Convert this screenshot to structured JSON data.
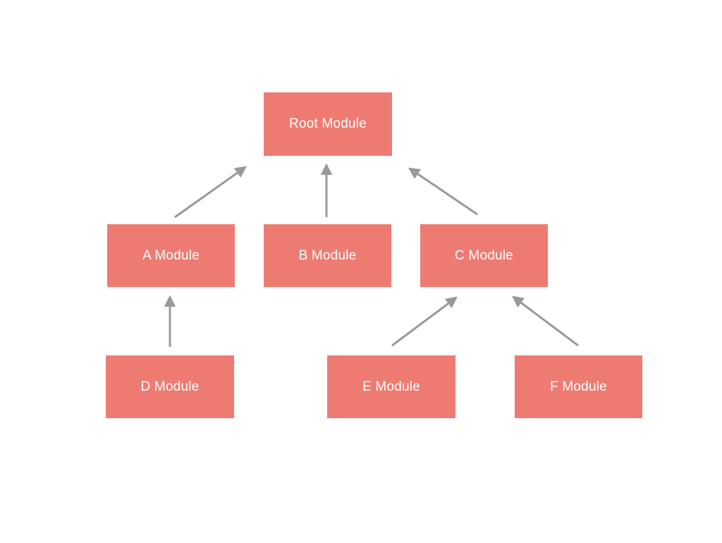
{
  "diagram": {
    "background_color": "#ffffff",
    "node_fill_color": "#ee7b72",
    "node_text_color": "#ffffff",
    "arrow_color": "#999999",
    "nodes": [
      {
        "id": "root-module",
        "label": "Root Module"
      },
      {
        "id": "a-module",
        "label": "A Module"
      },
      {
        "id": "b-module",
        "label": "B Module"
      },
      {
        "id": "c-module",
        "label": "C Module"
      },
      {
        "id": "d-module",
        "label": "D Module"
      },
      {
        "id": "e-module",
        "label": "E Module"
      },
      {
        "id": "f-module",
        "label": "F Module"
      }
    ],
    "edges": [
      {
        "from": "a-module",
        "to": "root-module"
      },
      {
        "from": "b-module",
        "to": "root-module"
      },
      {
        "from": "c-module",
        "to": "root-module"
      },
      {
        "from": "d-module",
        "to": "a-module"
      },
      {
        "from": "e-module",
        "to": "c-module"
      },
      {
        "from": "f-module",
        "to": "c-module"
      }
    ]
  }
}
